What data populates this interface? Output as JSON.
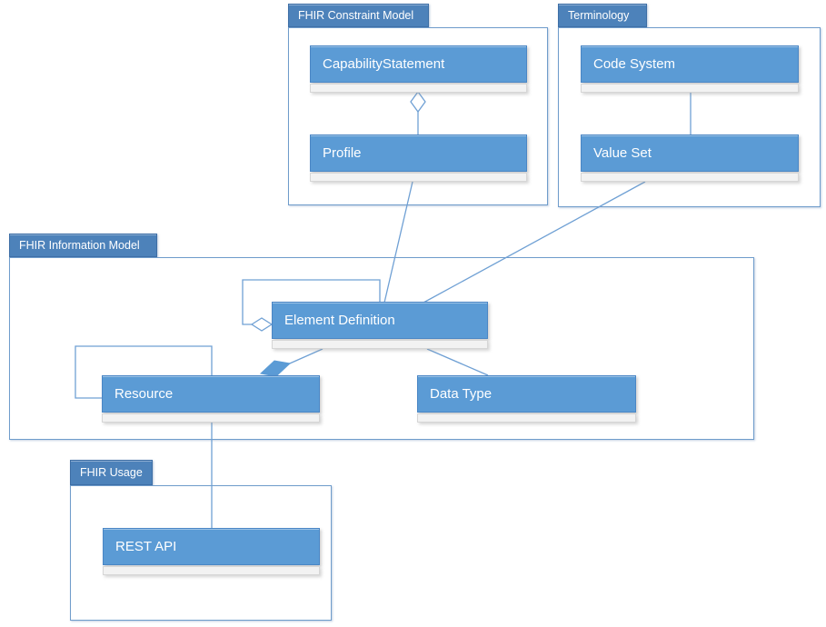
{
  "packages": {
    "constraint": {
      "label": "FHIR Constraint Model"
    },
    "terminology": {
      "label": "Terminology"
    },
    "information": {
      "label": "FHIR Information Model"
    },
    "usage": {
      "label": "FHIR Usage"
    }
  },
  "classes": {
    "capability_statement": {
      "label": "CapabilityStatement"
    },
    "profile": {
      "label": "Profile"
    },
    "code_system": {
      "label": "Code System"
    },
    "value_set": {
      "label": "Value Set"
    },
    "element_definition": {
      "label": "Element Definition"
    },
    "resource": {
      "label": "Resource"
    },
    "data_type": {
      "label": "Data Type"
    },
    "rest_api": {
      "label": "REST API"
    }
  },
  "relationships": [
    {
      "from": "CapabilityStatement",
      "to": "Profile",
      "type": "aggregation",
      "diamond_at": "CapabilityStatement"
    },
    {
      "from": "Profile",
      "to": "Element Definition",
      "type": "association"
    },
    {
      "from": "Code System",
      "to": "Value Set",
      "type": "association"
    },
    {
      "from": "Value Set",
      "to": "Element Definition",
      "type": "association"
    },
    {
      "from": "Element Definition",
      "to": "Element Definition",
      "type": "self-aggregation",
      "diamond_at": "Element Definition"
    },
    {
      "from": "Resource",
      "to": "Element Definition",
      "type": "composition",
      "diamond_at": "Resource"
    },
    {
      "from": "Element Definition",
      "to": "Data Type",
      "type": "association"
    },
    {
      "from": "Resource",
      "to": "Resource",
      "type": "self-association"
    },
    {
      "from": "Resource",
      "to": "REST API",
      "type": "association"
    }
  ],
  "colors": {
    "class_fill": "#5b9bd5",
    "class_border": "#4a86c5",
    "class_strip_fill": "#f2f2f2",
    "package_tab_fill": "#4d82ba",
    "package_border": "#6f9ccb",
    "connector": "#6fa0d4",
    "text": "#ffffff",
    "background": "#ffffff"
  }
}
